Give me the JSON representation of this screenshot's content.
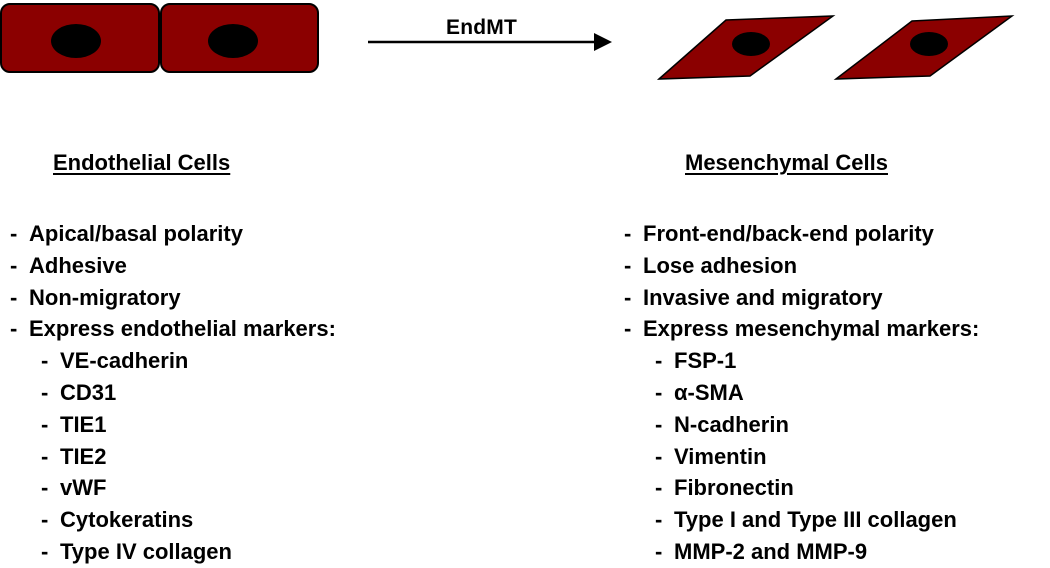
{
  "transition": {
    "label": "EndMT"
  },
  "colors": {
    "cell_fill": "#8b0000",
    "nucleus_fill": "#000000",
    "outline": "#000000"
  },
  "icons": {
    "endothelial": "rounded-rectangle-cell-icon",
    "mesenchymal": "parallelogram-cell-icon",
    "arrow": "arrow-right-icon"
  },
  "endothelial": {
    "heading": "Endothelial Cells",
    "items": [
      {
        "text": "Apical/basal polarity",
        "sub": false
      },
      {
        "text": "Adhesive",
        "sub": false
      },
      {
        "text": "Non-migratory",
        "sub": false
      },
      {
        "text": "Express endothelial markers:",
        "sub": false
      },
      {
        "text": "VE-cadherin",
        "sub": true
      },
      {
        "text": "CD31",
        "sub": true
      },
      {
        "text": "TIE1",
        "sub": true
      },
      {
        "text": "TIE2",
        "sub": true
      },
      {
        "text": "vWF",
        "sub": true
      },
      {
        "text": "Cytokeratins",
        "sub": true
      },
      {
        "text": "Type IV collagen",
        "sub": true
      }
    ]
  },
  "mesenchymal": {
    "heading": "Mesenchymal Cells",
    "items": [
      {
        "text": "Front-end/back-end polarity",
        "sub": false
      },
      {
        "text": "Lose adhesion",
        "sub": false
      },
      {
        "text": "Invasive and migratory",
        "sub": false
      },
      {
        "text": "Express mesenchymal markers:",
        "sub": false
      },
      {
        "text": "FSP-1",
        "sub": true
      },
      {
        "text": "α-SMA",
        "sub": true
      },
      {
        "text": "N-cadherin",
        "sub": true
      },
      {
        "text": "Vimentin",
        "sub": true
      },
      {
        "text": "Fibronectin",
        "sub": true
      },
      {
        "text": "Type I and Type III collagen",
        "sub": true
      },
      {
        "text": "MMP-2 and MMP-9",
        "sub": true
      }
    ]
  }
}
